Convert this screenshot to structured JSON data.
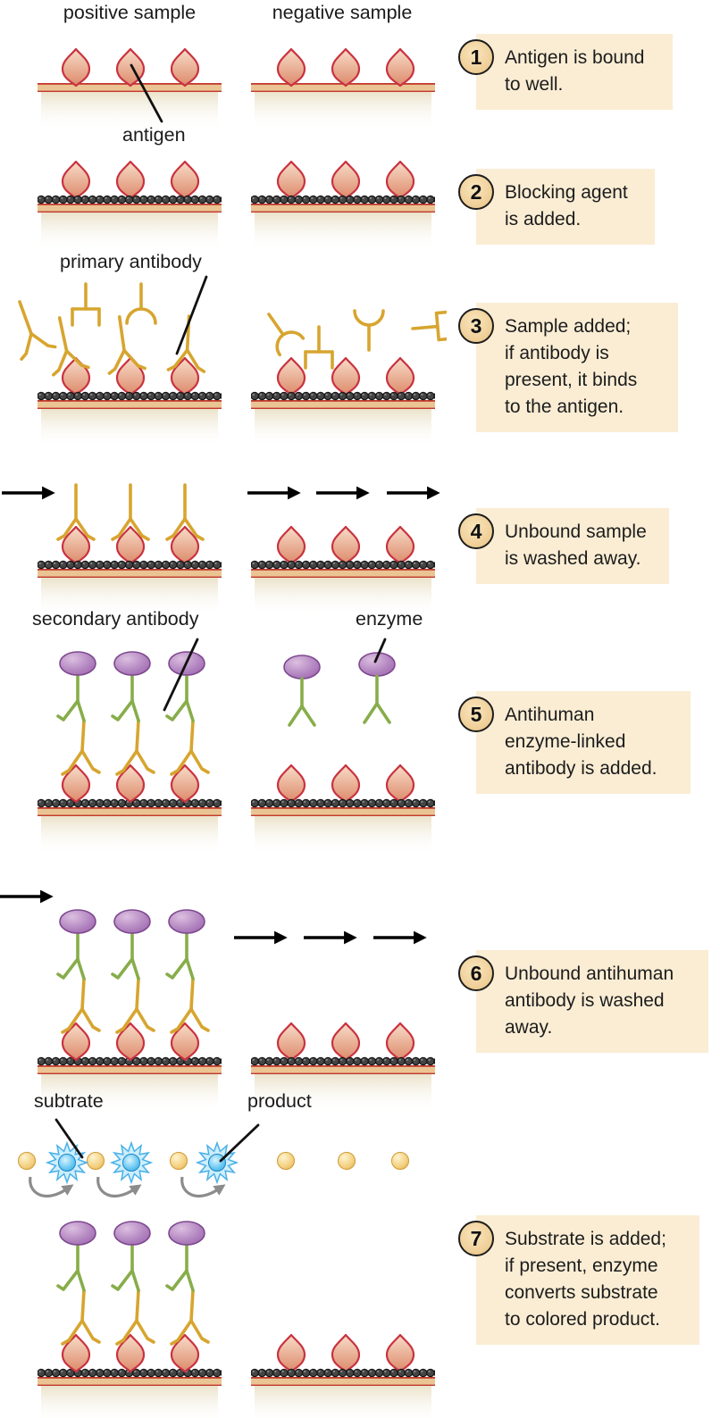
{
  "headers": {
    "positive": "positive sample",
    "negative": "negative sample"
  },
  "annotations": {
    "antigen": "antigen",
    "primary_antibody": "primary antibody",
    "secondary_antibody": "secondary antibody",
    "enzyme": "enzyme",
    "substrate": "subtrate",
    "product": "product"
  },
  "steps": [
    {
      "number": "1",
      "text": "Antigen is bound\nto well."
    },
    {
      "number": "2",
      "text": "Blocking agent\nis added."
    },
    {
      "number": "3",
      "text": "Sample added;\nif antibody is\npresent, it binds\nto the antigen."
    },
    {
      "number": "4",
      "text": "Unbound sample\nis washed away."
    },
    {
      "number": "5",
      "text": "Antihuman\nenzyme-linked\nantibody is added."
    },
    {
      "number": "6",
      "text": "Unbound antihuman\nantibody is washed\naway."
    },
    {
      "number": "7",
      "text": "Substrate is added;\nif present, enzyme\nconverts substrate\nto colored product."
    }
  ],
  "legend_icons": {
    "antigen": "red-diamond",
    "blocking_agent": "dark-bead-row",
    "primary_antibody": "yellow-Y",
    "secondary_antibody": "green-Y",
    "enzyme": "purple-ellipse",
    "substrate": "gold-ball",
    "product": "blue-starburst",
    "wash": "black-arrow",
    "conversion": "gray-curved-arrow"
  },
  "colors": {
    "step_box_bg": "#faedd4",
    "badge_bg": "#f0d09a",
    "antigen_stroke": "#c93240",
    "antigen_fill_top": "#f7dcc8",
    "antigen_fill_bottom": "#dd8a6b",
    "well_strip": "#ebc493",
    "well_line": "#c2392d",
    "blocking_bead": "#454545",
    "primary_antibody": "#d7a52f",
    "secondary_antibody": "#87ad4a",
    "enzyme": "#a86cb5",
    "substrate": "#eec163",
    "product": "#3aa8e0",
    "wash_arrow": "#000000",
    "conversion_arrow": "#8c8c8c",
    "text": "#1c1c1c"
  }
}
